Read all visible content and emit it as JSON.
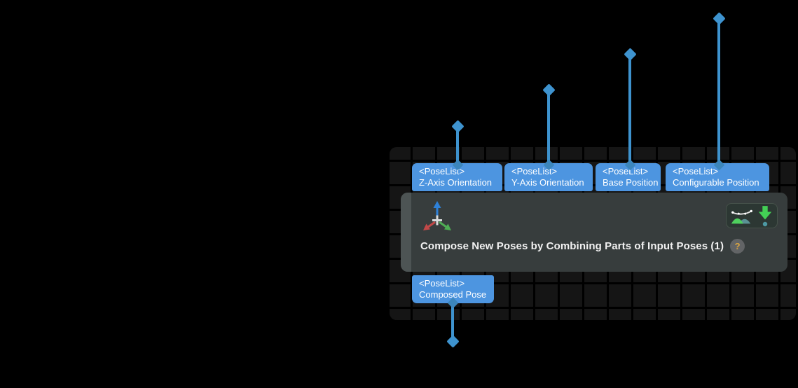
{
  "node": {
    "title": "Compose New Poses by Combining Parts of Input Poses (1)",
    "help_glyph": "?"
  },
  "ports": {
    "inputs": [
      {
        "type": "<PoseList>",
        "name": "Z-Axis Orientation"
      },
      {
        "type": "<PoseList>",
        "name": "Y-Axis Orientation"
      },
      {
        "type": "<PoseList>",
        "name": "Base Position"
      },
      {
        "type": "<PoseList>",
        "name": "Configurable Position"
      }
    ],
    "output": {
      "type": "<PoseList>",
      "name": "Composed Pose"
    }
  },
  "icons": [
    "pose-axes-icon",
    "pose-preview-icon",
    "output-download-icon",
    "help-icon"
  ],
  "colors": {
    "canvas_bg": "#000000",
    "panel_bg": "#151515",
    "grid_line": "#000000",
    "port_blue": "#4D95E0",
    "wire_blue": "#3E93CF",
    "junction_blue": "#3C86BC",
    "node_bg": "#373D3D",
    "node_accent": "#4D5454",
    "title_text": "#F2F2F2",
    "help_amber": "#D9A440",
    "icon_green": "#43CF55",
    "icon_teal": "#4D99A3",
    "axis_blue": "#2E81D8",
    "axis_red": "#C14848",
    "axis_green": "#4FAE54"
  }
}
